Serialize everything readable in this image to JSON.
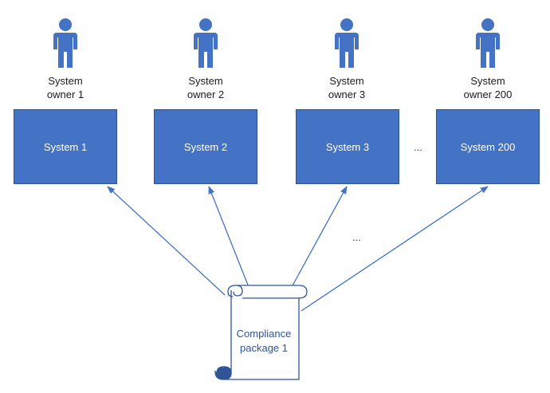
{
  "owners": [
    {
      "line1": "System",
      "line2": "owner 1"
    },
    {
      "line1": "System",
      "line2": "owner 2"
    },
    {
      "line1": "System",
      "line2": "owner 3"
    },
    {
      "line1": "System",
      "line2": "owner 200"
    }
  ],
  "systems": [
    {
      "label": "System 1"
    },
    {
      "label": "System 2"
    },
    {
      "label": "System 3"
    },
    {
      "label": "System 200"
    }
  ],
  "ellipsis_row": "...",
  "ellipsis_arrows": "...",
  "package": {
    "line1": "Compliance",
    "line2": "package 1"
  },
  "colors": {
    "box_fill": "#4472c4",
    "box_border": "#2f528f",
    "person": "#4472c4",
    "arrow": "#4472c4"
  }
}
